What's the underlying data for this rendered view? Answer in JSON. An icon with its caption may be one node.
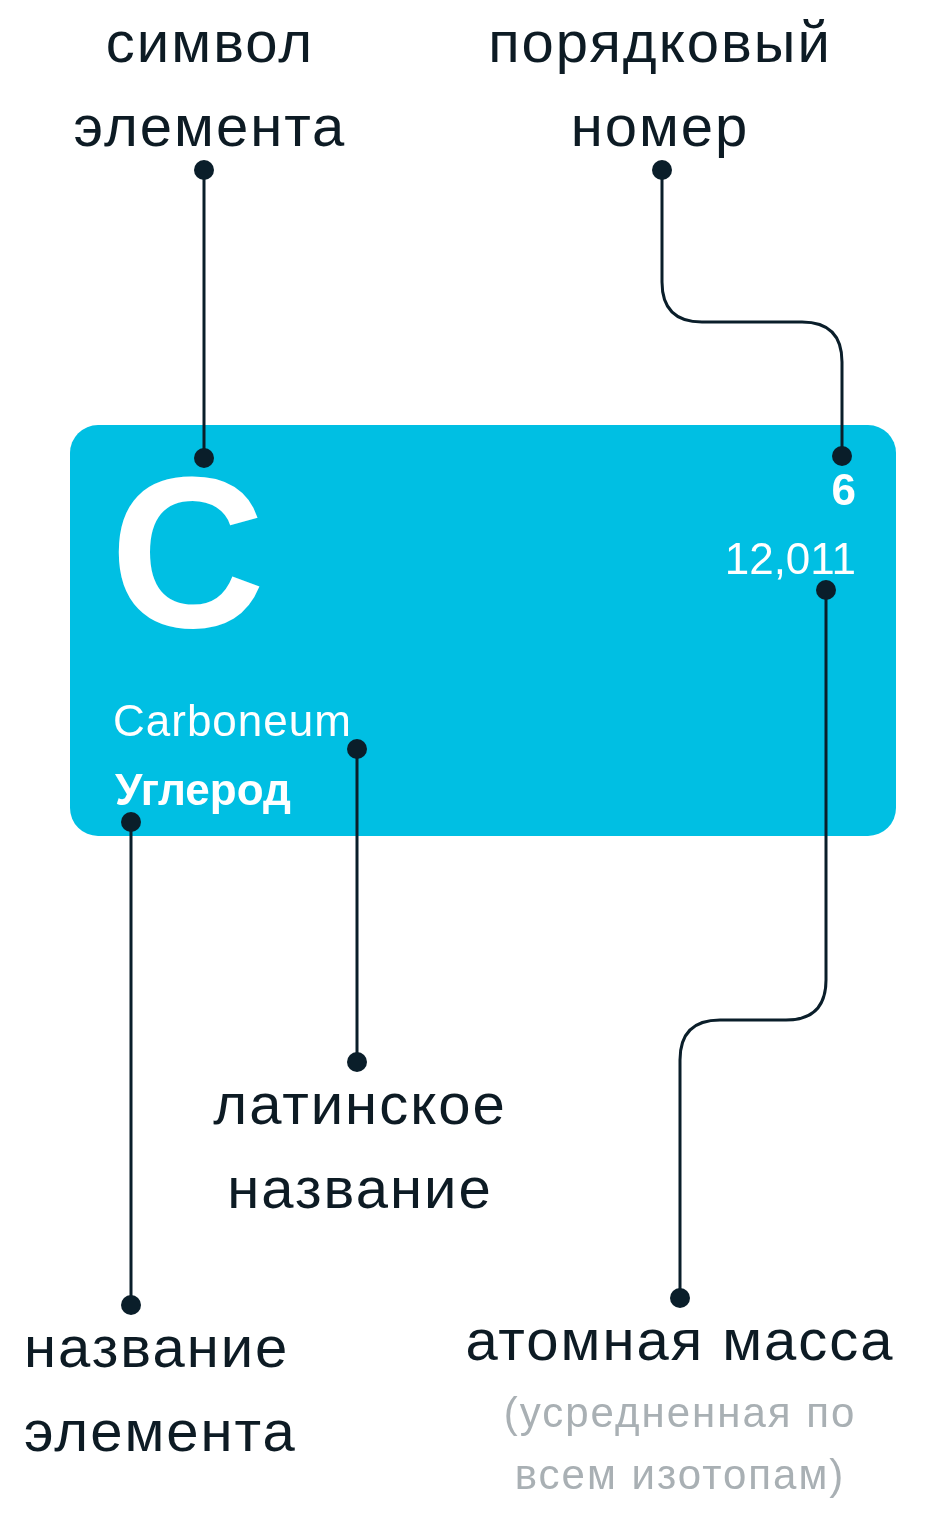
{
  "diagram": {
    "nodes": [
      {
        "text": [
          "символ элемента"
        ]
      },
      {
        "text": [
          "порядковый номер"
        ]
      },
      {
        "text": [],
        "shape": "box"
      },
      {
        "text": [
          "C"
        ],
        "in": 2
      },
      {
        "text": [
          "6"
        ],
        "in": 2
      },
      {
        "text": [
          "12,011"
        ],
        "in": 2
      },
      {
        "text": [
          "Carboneum"
        ],
        "in": 2
      },
      {
        "text": [
          "Углерод"
        ],
        "in": 2
      },
      {
        "text": [
          "латинское название"
        ]
      },
      {
        "text": [
          "название элемента"
        ]
      },
      {
        "text": [
          "атомная масса",
          "(усредненная по всем изотопам)"
        ]
      }
    ],
    "edges": [
      {
        "from": 0,
        "to": 3,
        "arrow": "other"
      },
      {
        "from": 1,
        "to": 4,
        "arrow": "other"
      },
      {
        "from": 10,
        "to": 5,
        "arrow": "other"
      },
      {
        "from": 8,
        "to": 6,
        "arrow": "other"
      },
      {
        "from": 9,
        "to": 7,
        "arrow": "other"
      }
    ]
  }
}
